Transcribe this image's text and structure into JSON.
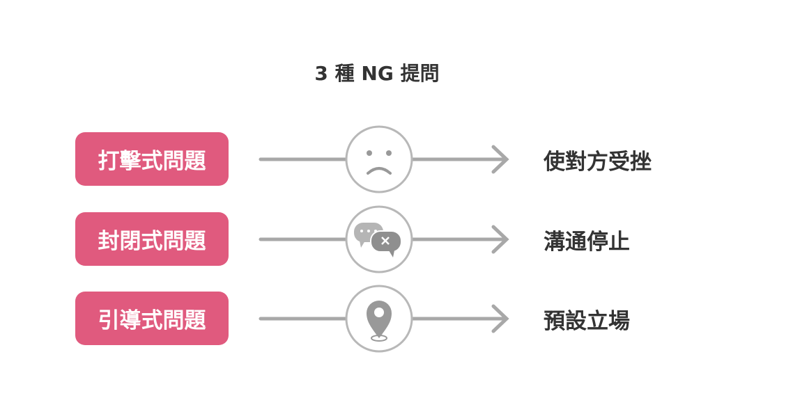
{
  "title": "3 種 NG 提問",
  "rows": [
    {
      "label": "打擊式問題",
      "icon": "sad-face-icon",
      "result": "使對方受挫"
    },
    {
      "label": "封閉式問題",
      "icon": "chat-blocked-icon",
      "result": "溝通停止"
    },
    {
      "label": "引導式問題",
      "icon": "location-pin-icon",
      "result": "預設立場"
    }
  ],
  "colors": {
    "pill": "#e05a7e",
    "line": "#a8a8a8",
    "text": "#333333"
  }
}
